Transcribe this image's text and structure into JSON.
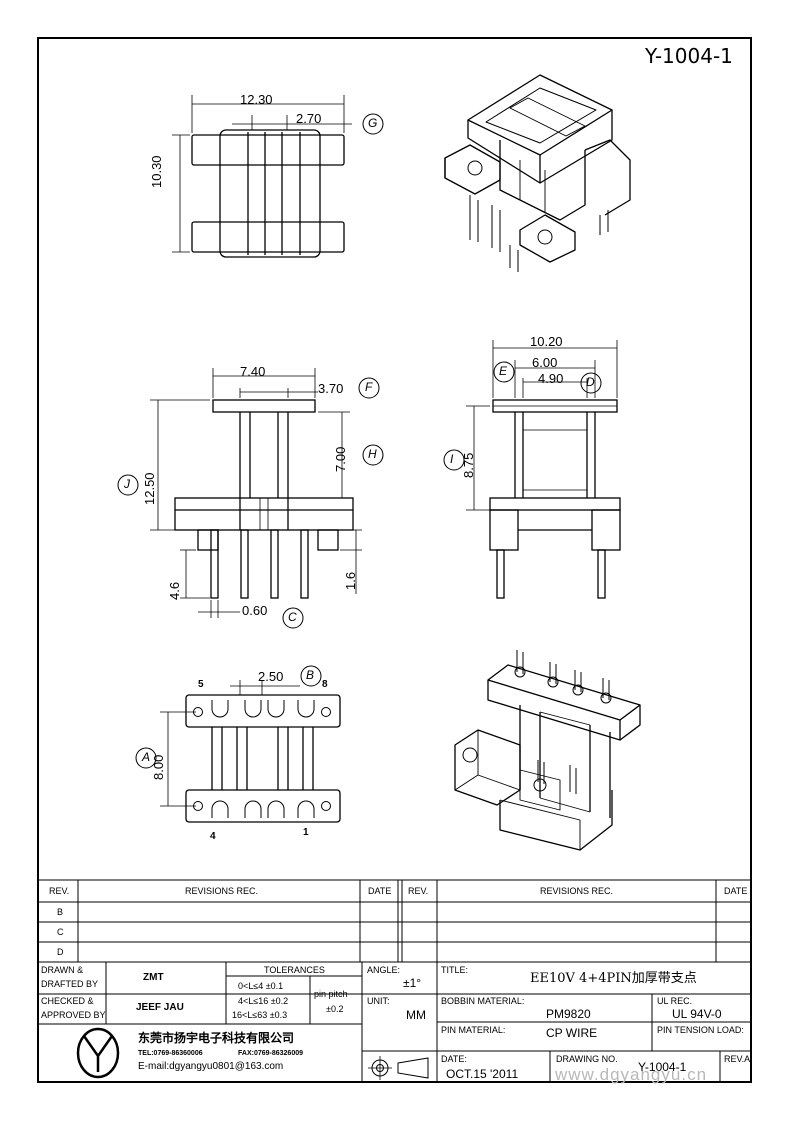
{
  "doc_number": "Y-1004-1",
  "dims": {
    "top_width": "12.30",
    "top_slot": "2.70",
    "top_height": "10.30",
    "front_flange": "7.40",
    "front_f": "3.70",
    "front_h": "7.00",
    "front_j": "12.50",
    "front_pin": "4.6",
    "front_pitch_gap": "1.6",
    "front_pin_dia": "0.60",
    "side_width": "10.20",
    "side_e": "6.00",
    "side_d": "4.90",
    "side_i": "8.75",
    "bottom_pitch": "2.50",
    "bottom_a": "8.00"
  },
  "markers": {
    "g": "G",
    "f": "F",
    "h": "H",
    "j": "J",
    "c": "C",
    "e": "E",
    "d": "D",
    "i": "I",
    "b": "B",
    "a": "A"
  },
  "pins": {
    "p5": "5",
    "p8": "8",
    "p4": "4",
    "p1": "1"
  },
  "revisions": {
    "header_rev": "REV.",
    "header_rec": "REVISIONS   REC.",
    "header_date": "DATE",
    "rows": [
      "B",
      "C",
      "D"
    ]
  },
  "title_block": {
    "drawn_label": "DRAWN &",
    "drafted_label": "DRAFTED BY",
    "drawn_value": "ZMT",
    "checked_label": "CHECKED &",
    "approved_label": "APPROVED BY",
    "checked_value": "JEEF JAU",
    "tolerances_label": "TOLERANCES",
    "tol1": "0<L≤4    ±0.1",
    "tol2": "4<L≤16  ±0.2",
    "tol3": "16<L≤63 ±0.3",
    "pin_pitch_label": "pin pitch",
    "pin_pitch_value": "±0.2",
    "angle_label": "ANGLE:",
    "angle_value": "±1°",
    "unit_label": "UNIT:",
    "unit_value": "MM",
    "title_label": "TITLE:",
    "title_value": "EE10V 4+4PIN加厚带支点",
    "bobbin_label": "BOBBIN MATERIAL:",
    "bobbin_value": "PM9820",
    "ul_label": "UL REC.",
    "ul_value": "UL 94V-0",
    "pin_mat_label": "PIN MATERIAL:",
    "pin_mat_value": "CP  WIRE",
    "pin_tension_label": "PIN TENSION LOAD:",
    "date_label": "DATE:",
    "date_value": "OCT.15 '2011",
    "drawing_no_label": "DRAWING NO.",
    "drawing_no_value": "Y-1004-1",
    "rev_label": "REV.A",
    "company_name": "东莞市扬宇电子科技有限公司",
    "tel": "TEL:0769-86360006",
    "fax": "FAX:0769-86326009",
    "email": "E-mail:dgyangyu0801@163.com",
    "watermark": "www.dgyangyu.cn"
  },
  "colors": {
    "line": "#000000",
    "watermark": "#b8b8b8"
  }
}
